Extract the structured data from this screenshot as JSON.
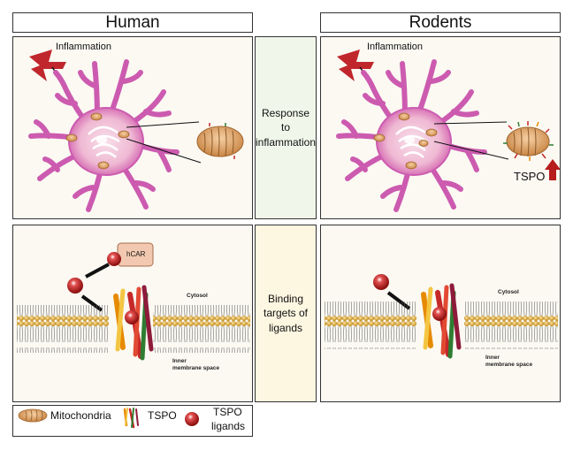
{
  "headers": {
    "human": "Human",
    "rodents": "Rodents"
  },
  "middle": {
    "response": [
      "Response",
      "to",
      "inflammation"
    ],
    "binding": [
      "Binding",
      "targets of",
      "ligands"
    ]
  },
  "top_panels": {
    "human": {
      "inflammation_label": "Inflammation"
    },
    "rodents": {
      "inflammation_label": "Inflammation",
      "tspo_label": "TSPO"
    }
  },
  "bottom_panels": {
    "human": {
      "hcar_label": "hCAR",
      "cytosol_label": "Cytosol",
      "inner_label_1": "Inner",
      "inner_label_2": "membrane space"
    },
    "rodents": {
      "cytosol_label": "Cytosol",
      "inner_label_1": "Inner",
      "inner_label_2": "membrane space"
    }
  },
  "legend": {
    "mitochondria": "Mitochondria",
    "tspo": "TSPO",
    "ligands_1": "TSPO",
    "ligands_2": "ligands"
  },
  "colors": {
    "microglia": "#cc5bb0",
    "microglia_center": "#f4d1e3",
    "lightning": "#c0272d",
    "mito": "#e0a466",
    "ligand": "#c62828",
    "lipid_head": "#e8b84a",
    "tspo_up_arrow": "#b71c1c"
  }
}
